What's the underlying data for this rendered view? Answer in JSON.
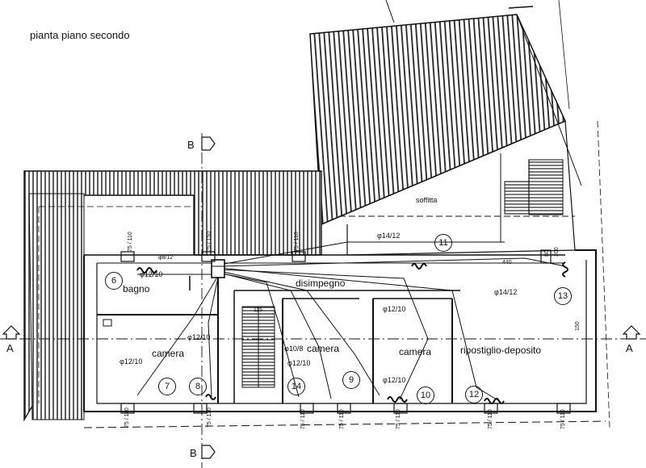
{
  "title": "pianta piano secondo",
  "section_marks": {
    "vertical": "B",
    "horizontal": "A"
  },
  "rooms": {
    "soffitta": "soffitta",
    "bagno": "bagno",
    "disimpegno": "disimpegno",
    "camera_1": "camera",
    "camera_2": "camera",
    "camera_3": "camera",
    "ripostiglio": "ripostiglio-deposito"
  },
  "room_numbers": [
    "6",
    "7",
    "8",
    "14",
    "9",
    "10",
    "12",
    "13",
    "11"
  ],
  "pipe_labels": {
    "p_14_12_a": "φ14/12",
    "p_14_12_b": "φ14/12",
    "p_12_10_bagno": "φ12/10",
    "p_12_10_cam1a": "φ12/10",
    "p_12_10_cam1b": "φ12/10",
    "p_10_8": "φ10/8",
    "p_12_10_cam2": "φ12/10",
    "p_12_10_cam3a": "φ12/10",
    "p_12_10_cam3b": "φ12/10",
    "p_8_12": "φ8/12"
  },
  "dimensions": {
    "d_440": "440",
    "d_150": "150",
    "d_115": "115",
    "d_200": "200",
    "d_75_110": "75 / 110",
    "d_75_150": "75 / 150",
    "d_80": "80"
  },
  "icons": [
    "section-arrow-icon",
    "pipe-coil-icon",
    "radiator-icon"
  ]
}
